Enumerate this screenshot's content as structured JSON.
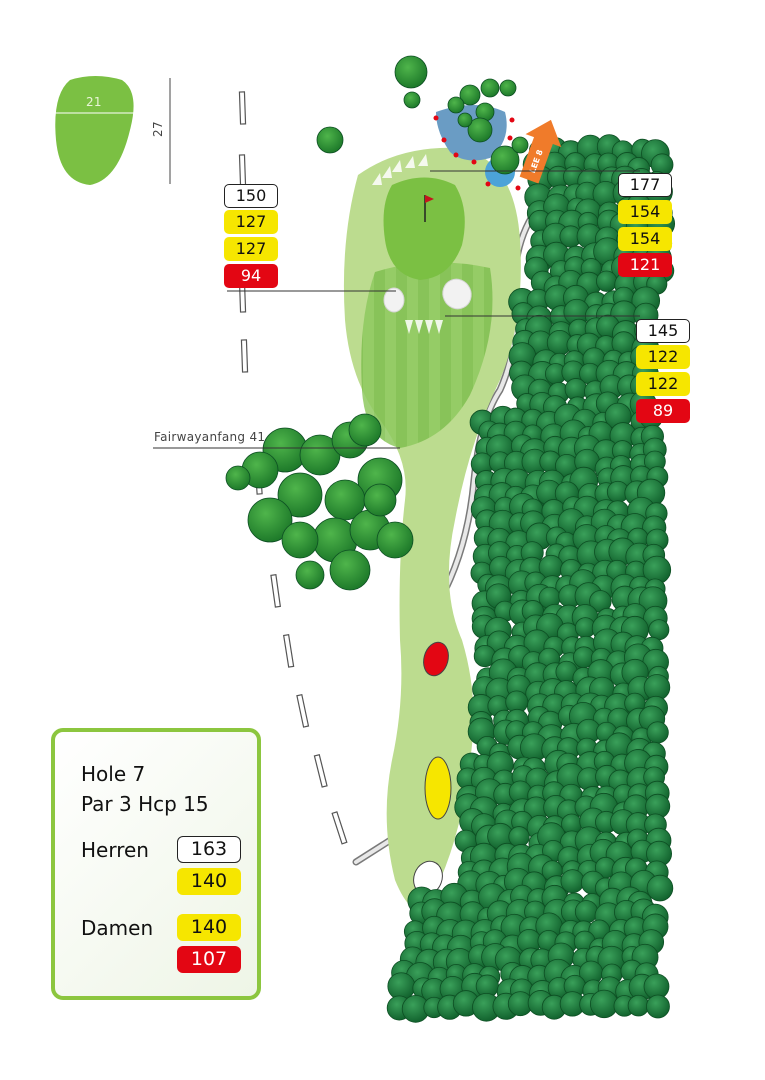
{
  "green_inset": {
    "width_label": "21",
    "depth_label": "27"
  },
  "distances_left": [
    {
      "value": "150",
      "tee": "white"
    },
    {
      "value": "127",
      "tee": "yellow"
    },
    {
      "value": "127",
      "tee": "yellow"
    },
    {
      "value": "94",
      "tee": "red"
    }
  ],
  "distances_right_top": [
    {
      "value": "177",
      "tee": "white"
    },
    {
      "value": "154",
      "tee": "yellow"
    },
    {
      "value": "154",
      "tee": "yellow"
    },
    {
      "value": "121",
      "tee": "red"
    }
  ],
  "distances_right_mid": [
    {
      "value": "145",
      "tee": "white"
    },
    {
      "value": "122",
      "tee": "yellow"
    },
    {
      "value": "122",
      "tee": "yellow"
    },
    {
      "value": "89",
      "tee": "red"
    }
  ],
  "fairway_start_label": "Fairwayanfang 41",
  "lee_sign": "LEE 8",
  "hole_info": {
    "hole": "Hole 7",
    "par_hcp": "Par 3 Hcp 15",
    "men_label": "Herren",
    "men_white": "163",
    "men_yellow": "140",
    "women_label": "Damen",
    "women_yellow": "140",
    "women_red": "107"
  },
  "colors": {
    "tee_white": "#ffffff",
    "tee_yellow": "#f6e600",
    "tee_red": "#e30613",
    "green": "#8cc63f",
    "fairway": "#bcdc8f",
    "trees": "#1f7a3c",
    "frame": "#8cc63f"
  },
  "icons": [
    "flag-icon",
    "direction-arrow-icon"
  ]
}
